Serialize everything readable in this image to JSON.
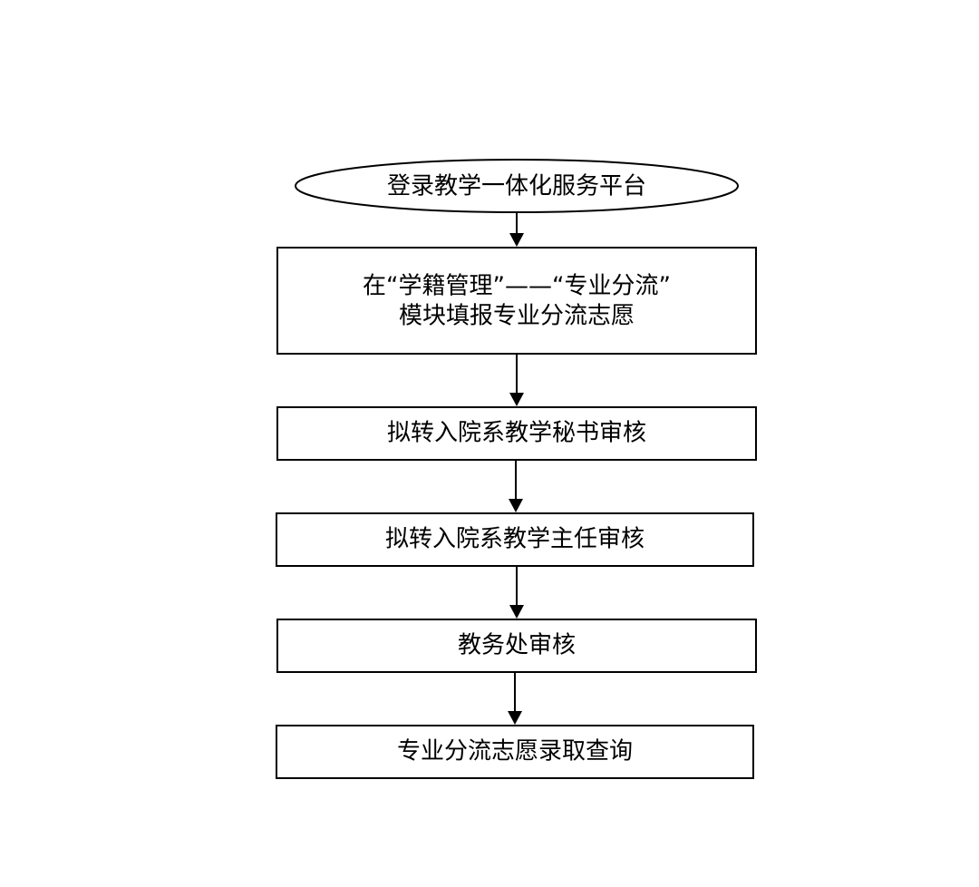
{
  "flowchart": {
    "nodes": [
      {
        "id": "login",
        "shape": "ellipse",
        "lines": [
          "登录教学一体化服务平台"
        ]
      },
      {
        "id": "apply",
        "shape": "rect",
        "lines": [
          "在“学籍管理”——“专业分流”",
          "模块填报专业分流志愿"
        ]
      },
      {
        "id": "secretary-review",
        "shape": "rect",
        "lines": [
          "拟转入院系教学秘书审核"
        ]
      },
      {
        "id": "director-review",
        "shape": "rect",
        "lines": [
          "拟转入院系教学主任审核"
        ]
      },
      {
        "id": "academic-office-review",
        "shape": "rect",
        "lines": [
          "教务处审核"
        ]
      },
      {
        "id": "result-query",
        "shape": "rect",
        "lines": [
          "专业分流志愿录取查询"
        ]
      }
    ],
    "edges": [
      {
        "from": "login",
        "to": "apply"
      },
      {
        "from": "apply",
        "to": "secretary-review"
      },
      {
        "from": "secretary-review",
        "to": "director-review"
      },
      {
        "from": "director-review",
        "to": "academic-office-review"
      },
      {
        "from": "academic-office-review",
        "to": "result-query"
      }
    ]
  }
}
